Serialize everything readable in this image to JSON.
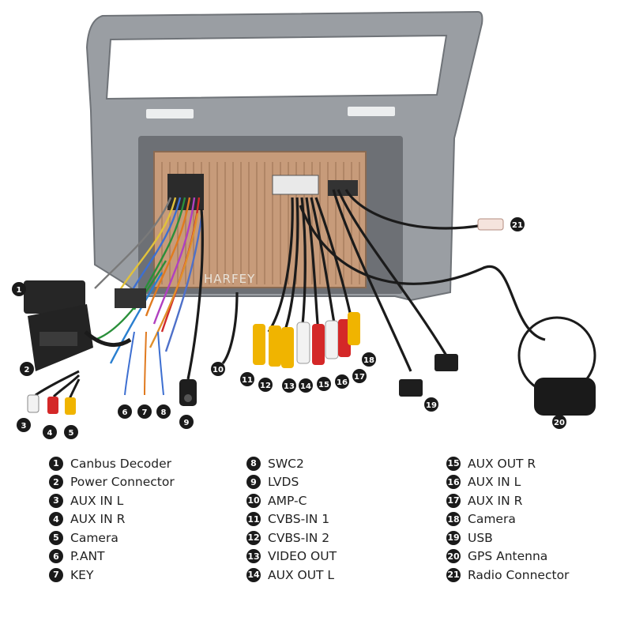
{
  "brand": "HARFEY",
  "legend": [
    {
      "num": "1",
      "label": "Canbus Decoder"
    },
    {
      "num": "2",
      "label": "Power Connector"
    },
    {
      "num": "3",
      "label": "AUX IN L"
    },
    {
      "num": "4",
      "label": "AUX IN R"
    },
    {
      "num": "5",
      "label": "Camera"
    },
    {
      "num": "6",
      "label": "P.ANT"
    },
    {
      "num": "7",
      "label": "KEY"
    },
    {
      "num": "8",
      "label": "SWC2"
    },
    {
      "num": "9",
      "label": "LVDS"
    },
    {
      "num": "10",
      "label": "AMP-C"
    },
    {
      "num": "11",
      "label": "CVBS-IN 1"
    },
    {
      "num": "12",
      "label": "CVBS-IN 2"
    },
    {
      "num": "13",
      "label": "VIDEO OUT"
    },
    {
      "num": "14",
      "label": "AUX OUT L"
    },
    {
      "num": "15",
      "label": "AUX OUT R"
    },
    {
      "num": "16",
      "label": "AUX IN L"
    },
    {
      "num": "17",
      "label": "AUX IN R"
    },
    {
      "num": "18",
      "label": "Camera"
    },
    {
      "num": "19",
      "label": "USB"
    },
    {
      "num": "20",
      "label": "GPS Antenna"
    },
    {
      "num": "21",
      "label": "Radio Connector"
    }
  ],
  "colors": {
    "frame": "#9a9ea3",
    "board": "#c79b7a",
    "rca_red": "#d42828",
    "rca_yellow": "#f0b400",
    "rca_white": "#f2f2f2",
    "badge": "#1a1a1a"
  }
}
